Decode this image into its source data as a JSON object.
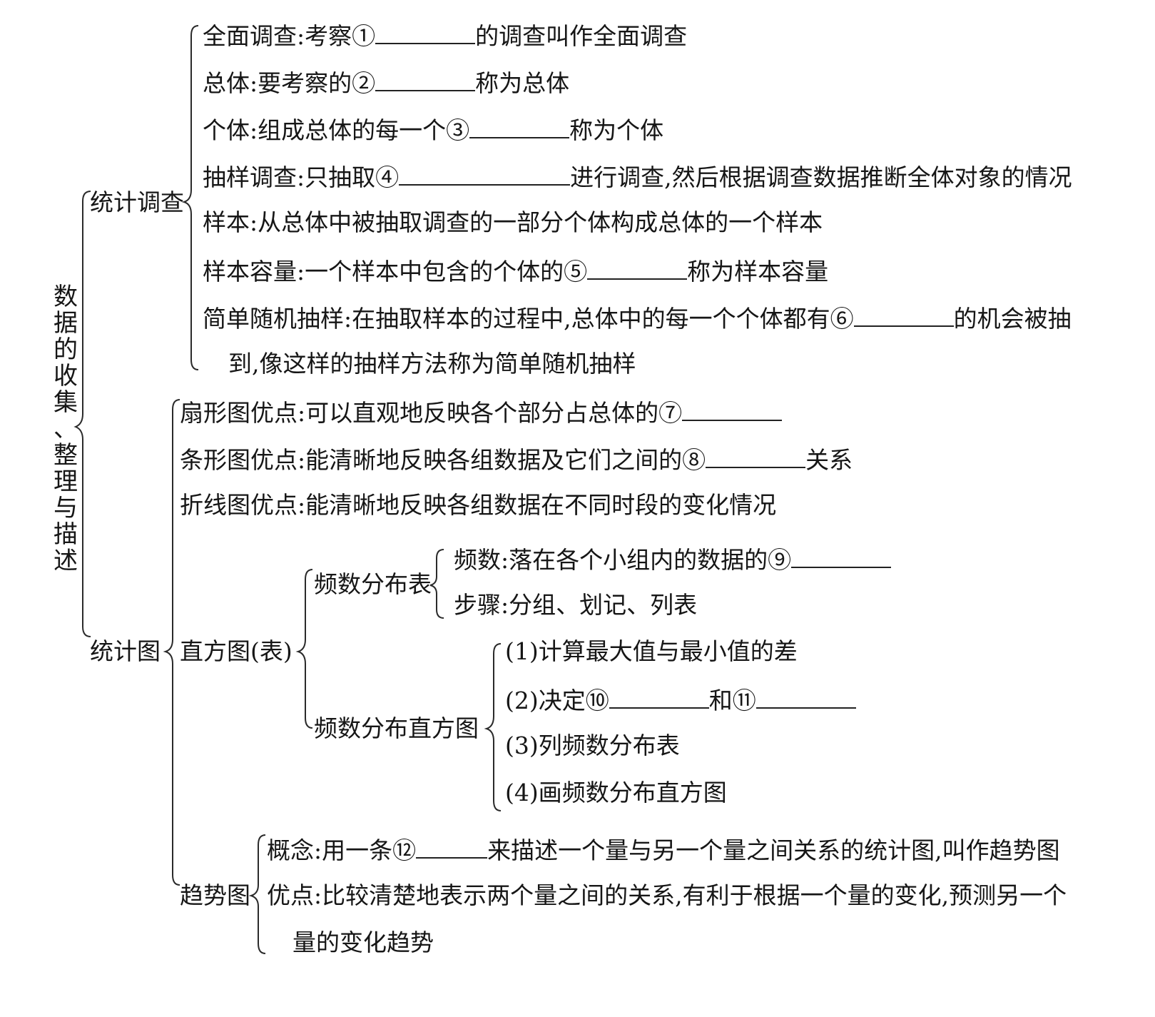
{
  "root_title": "数据的收集、整理与描述",
  "survey": {
    "label": "统计调查",
    "census": {
      "pre": "全面调查:考察",
      "num": "①",
      "post": "的调查叫作全面调查"
    },
    "population": {
      "pre": "总体:要考察的",
      "num": "②",
      "post": "称为总体"
    },
    "individual": {
      "pre": "个体:组成总体的每一个",
      "num": "③",
      "post": "称为个体"
    },
    "sampling": {
      "pre": "抽样调查:只抽取",
      "num": "④",
      "post": "进行调查,然后根据调查数据推断全体对象的情况"
    },
    "sample": {
      "text": "样本:从总体中被抽取调查的一部分个体构成总体的一个样本"
    },
    "sample_size": {
      "pre": "样本容量:一个样本中包含的个体的",
      "num": "⑤",
      "post": "称为样本容量"
    },
    "simple_random": {
      "pre": "简单随机抽样:在抽取样本的过程中,总体中的每一个个体都有",
      "num": "⑥",
      "post": "的机会被抽",
      "line2": "到,像这样的抽样方法称为简单随机抽样"
    }
  },
  "charts": {
    "label": "统计图",
    "pie": {
      "pre": "扇形图优点:可以直观地反映各个部分占总体的",
      "num": "⑦"
    },
    "bar": {
      "pre": "条形图优点:能清晰地反映各组数据及它们之间的",
      "num": "⑧",
      "post": "关系"
    },
    "line": {
      "text": "折线图优点:能清晰地反映各组数据在不同时段的变化情况"
    },
    "histogram": {
      "label": "直方图(表)",
      "freq_table": {
        "label": "频数分布表",
        "freq": {
          "pre": "频数:落在各个小组内的数据的",
          "num": "⑨"
        },
        "steps": {
          "text": "步骤:分组、划记、列表"
        }
      },
      "freq_hist": {
        "label": "频数分布直方图",
        "step1": "(1)计算最大值与最小值的差",
        "step2": {
          "pre": "(2)决定",
          "num1": "⑩",
          "mid": "和",
          "num2": "⑪"
        },
        "step3": "(3)列频数分布表",
        "step4": "(4)画频数分布直方图"
      }
    },
    "trend": {
      "label": "趋势图",
      "concept": {
        "pre": "概念:用一条",
        "num": "⑫",
        "post": "来描述一个量与另一个量之间关系的统计图,叫作趋势图"
      },
      "advantage": {
        "line1": "优点:比较清楚地表示两个量之间的关系,有利于根据一个量的变化,预测另一个",
        "line2": "量的变化趋势"
      }
    }
  }
}
